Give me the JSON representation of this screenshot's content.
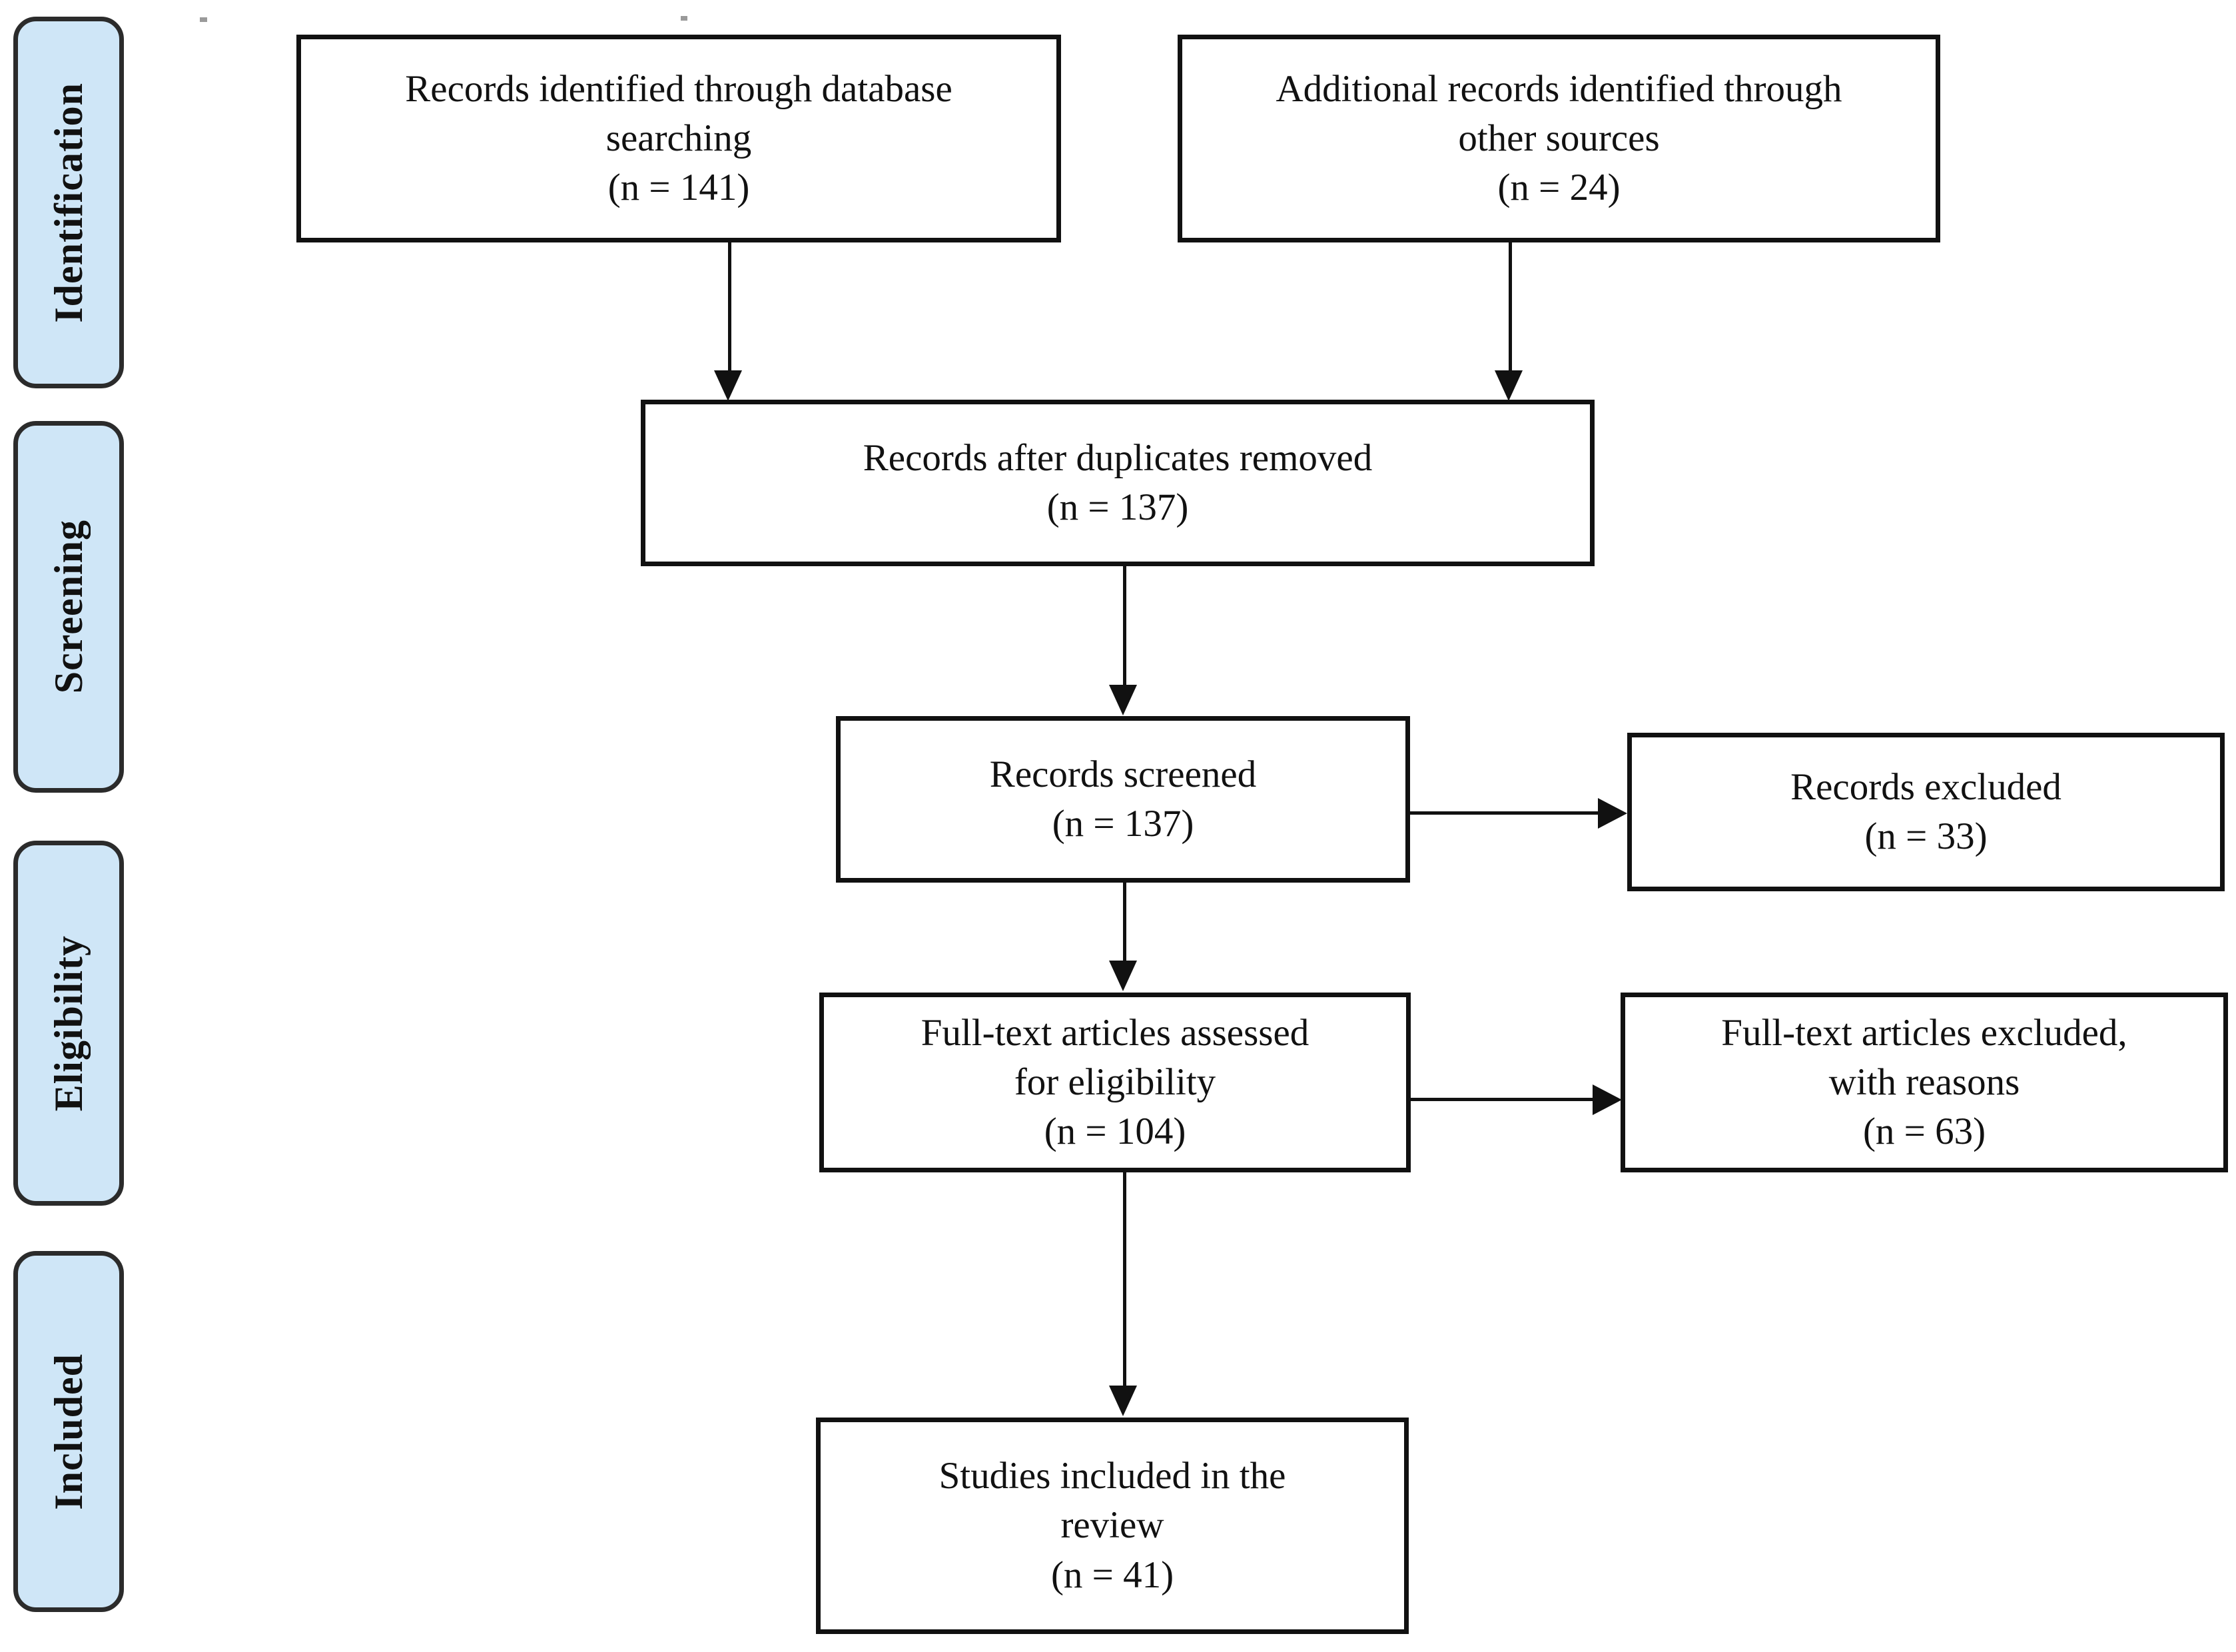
{
  "diagram": {
    "type": "prisma-flow-diagram",
    "phases": [
      {
        "id": "identification",
        "label": "Identification"
      },
      {
        "id": "screening",
        "label": "Screening"
      },
      {
        "id": "eligibility",
        "label": "Eligibility"
      },
      {
        "id": "included",
        "label": "Included"
      }
    ],
    "boxes": [
      {
        "id": "records-identified-database",
        "line1": "Records identified through database",
        "line2": "searching",
        "count": "(n = 141)"
      },
      {
        "id": "records-identified-other",
        "line1": "Additional records identified through",
        "line2": "other sources",
        "count": "(n = 24)"
      },
      {
        "id": "records-after-duplicates",
        "line1": "Records after duplicates removed",
        "line2": "",
        "count": "(n = 137)"
      },
      {
        "id": "records-screened",
        "line1": "Records screened",
        "line2": "",
        "count": "(n = 137)"
      },
      {
        "id": "records-excluded",
        "line1": "Records excluded",
        "line2": "",
        "count": "(n = 33)"
      },
      {
        "id": "fulltext-assessed",
        "line1": "Full-text articles assessed",
        "line2": "for eligibility",
        "count": "(n = 104)"
      },
      {
        "id": "fulltext-excluded",
        "line1": "Full-text articles excluded,",
        "line2": "with reasons",
        "count": "(n = 63)"
      },
      {
        "id": "studies-included",
        "line1": "Studies included in the",
        "line2": "review",
        "count": "(n = 41)"
      }
    ],
    "colors": {
      "phase_fill": "#cfe6f7",
      "phase_border": "#2b2b2b",
      "box_border": "#111111",
      "box_fill": "#ffffff",
      "connector": "#111111",
      "text": "#111111"
    }
  }
}
